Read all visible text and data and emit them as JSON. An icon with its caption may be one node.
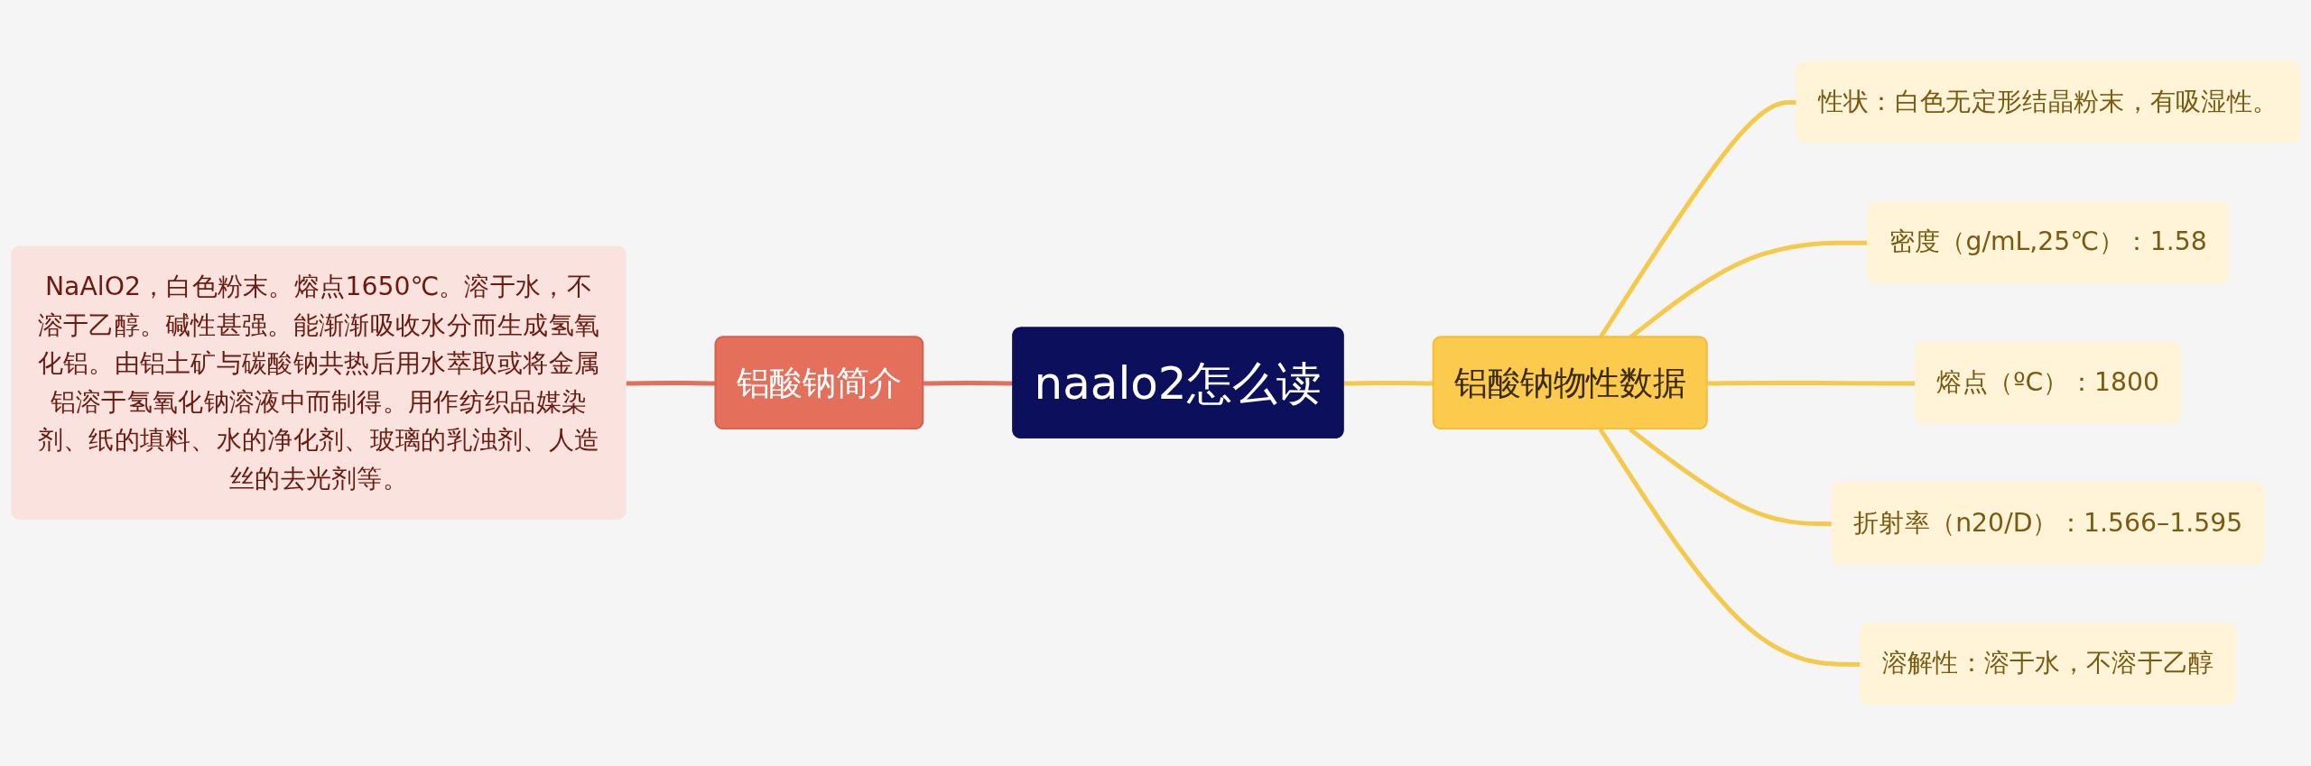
{
  "diagram": {
    "nodes": [
      {
        "text": [
          "naalo2怎么读"
        ]
      },
      {
        "text": [
          "铝酸钠简介"
        ]
      },
      {
        "text": [
          "NaAlO2，白色粉末。熔点1650℃。溶于水，不溶于乙醇。碱性甚强。能渐渐吸收水分而生成氢氧化铝。由铝土矿与碳酸钠共热后用水萃取或将金属铝溶于氢氧化钠溶液中而制得。用作纺织品媒染剂、纸的填料、水的净化剂、玻璃的乳浊剂、人造丝的去光剂等。"
        ]
      },
      {
        "text": [
          "铝酸钠物性数据"
        ]
      },
      {
        "text": [
          "性状：白色无定形结晶粉末，有吸湿性。"
        ]
      },
      {
        "text": [
          "密度（g/mL,25℃）：1.58"
        ]
      },
      {
        "text": [
          "熔点（ºC）：1800"
        ]
      },
      {
        "text": [
          "折射率（n20/D）：1.566–1.595"
        ]
      },
      {
        "text": [
          "溶解性：溶于水，不溶于乙醇"
        ]
      }
    ],
    "edges": [
      {
        "from": 2,
        "to": 1,
        "arrow": "none",
        "color": "#e0705c"
      },
      {
        "from": 1,
        "to": 0,
        "arrow": "none",
        "color": "#e0705c"
      },
      {
        "from": 0,
        "to": 3,
        "arrow": "none"
      },
      {
        "from": 3,
        "to": 4,
        "arrow": "none"
      },
      {
        "from": 3,
        "to": 5,
        "arrow": "none"
      },
      {
        "from": 3,
        "to": 6,
        "arrow": "none"
      },
      {
        "from": 3,
        "to": 7,
        "arrow": "none"
      },
      {
        "from": 3,
        "to": 8,
        "arrow": "none"
      }
    ]
  }
}
